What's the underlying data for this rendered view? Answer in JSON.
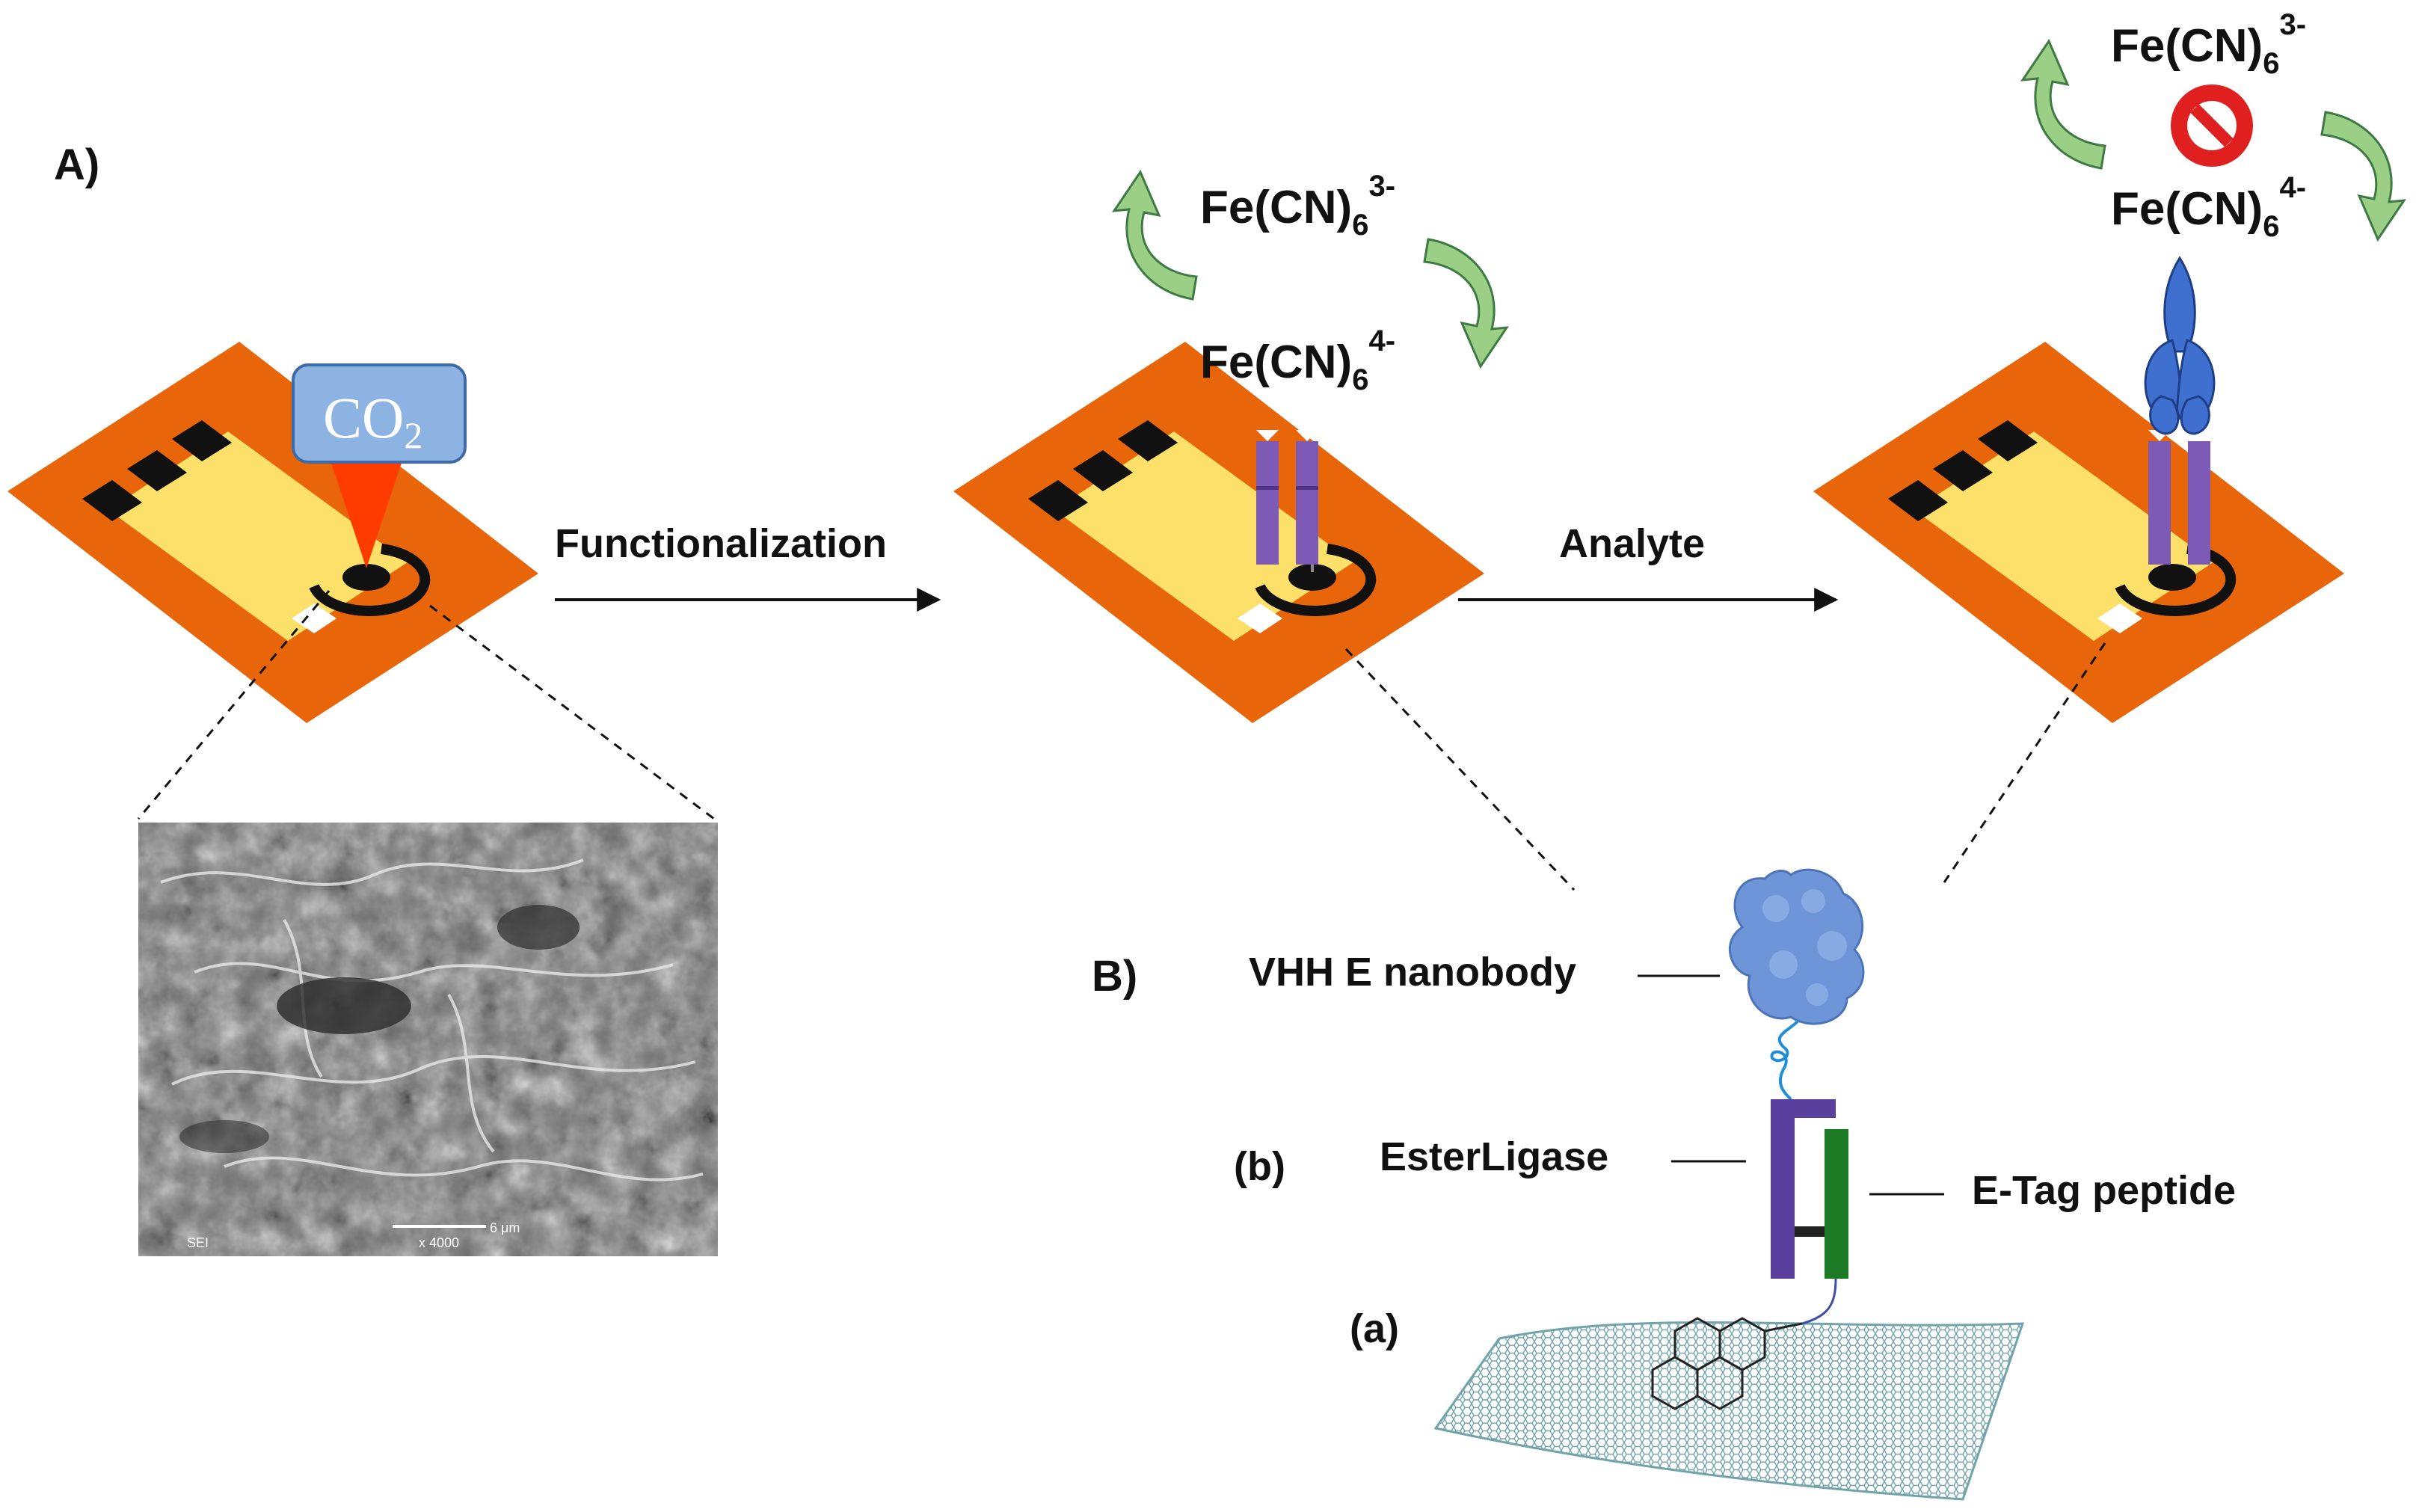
{
  "panel_labels": {
    "a": "A)",
    "b": "B)"
  },
  "steps": {
    "functionalization": "Functionalization",
    "analyte": "Analyte"
  },
  "laser": {
    "label_main": "CO",
    "label_sub": "2"
  },
  "redox": {
    "base": "Fe(CN)",
    "sub": "6",
    "ox_charge": "3-",
    "red_charge": "4-"
  },
  "sem": {
    "scale_text": "6 μm",
    "detector": "SEI",
    "magnification": "x 4000"
  },
  "construct": {
    "nanobody": "VHH E nanobody",
    "ligase": "EsterLigase",
    "tag": "E-Tag peptide",
    "step_b": "(b)",
    "step_a": "(a)"
  },
  "colors": {
    "electrode": "#e8650a",
    "working_pad": "#fde06a",
    "carbon": "#111111",
    "laser_box": "#8db3e2",
    "laser_beam": "#ff3c00",
    "cycle_arrow": "#9ccf86",
    "cycle_outline": "#3f7a45",
    "ligase": "#5b3f9e",
    "tag": "#1d7a24",
    "nanobody": "#6e95d8",
    "antigen": "#3f6fcf",
    "graphene": "#6a9fa6",
    "forbidden": "#e0201e"
  }
}
